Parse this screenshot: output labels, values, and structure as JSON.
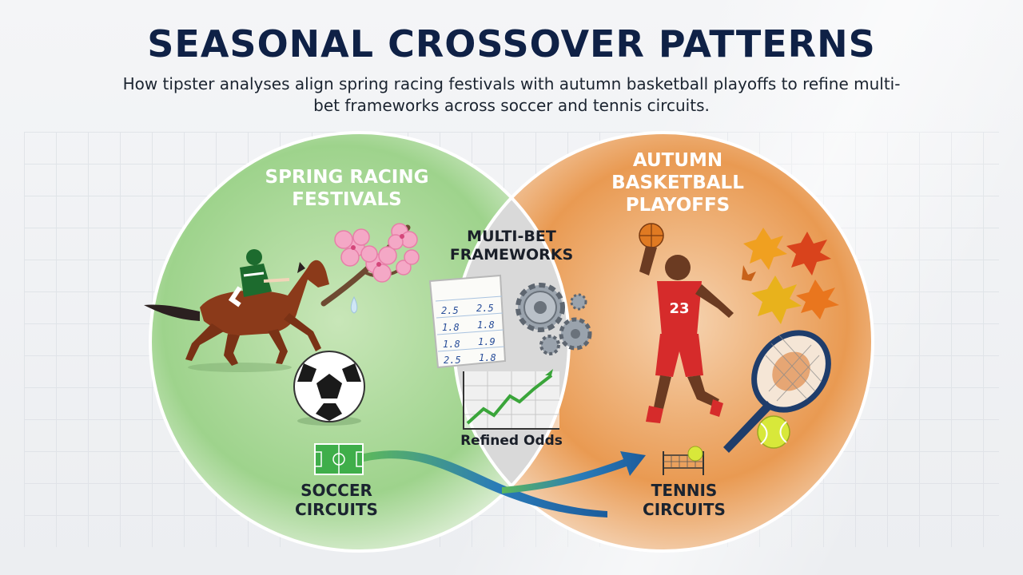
{
  "title": "SEASONAL CROSSOVER PATTERNS",
  "subtitle": "How tipster analyses align spring racing festivals with autumn basketball playoffs to refine multi-bet frameworks across soccer and tennis circuits.",
  "left_circle": {
    "line1": "SPRING RACING",
    "line2": "FESTIVALS",
    "color": "#8cc97a"
  },
  "right_circle": {
    "line1": "AUTUMN",
    "line2": "BASKETBALL",
    "line3": "PLAYOFFS",
    "color": "#e38a3a"
  },
  "center": {
    "line1": "MULTI-BET",
    "line2": "FRAMEWORKS",
    "slip_odds": [
      [
        "2.5",
        "2.5"
      ],
      [
        "1.8",
        "1.8"
      ],
      [
        "1.8",
        "1.9"
      ],
      [
        "2.5",
        "1.8"
      ]
    ],
    "chart_label": "Refined Odds"
  },
  "bottom_left": {
    "line1": "SOCCER",
    "line2": "CIRCUITS"
  },
  "bottom_right": {
    "line1": "TENNIS",
    "line2": "CIRCUITS"
  },
  "jersey_number": "23",
  "icons": [
    "racehorse-icon",
    "cherry-blossom-icon",
    "soccer-ball-icon",
    "soccer-pitch-icon",
    "odds-slip-icon",
    "gears-icon",
    "trend-chart-icon",
    "basketball-player-icon",
    "autumn-leaves-icon",
    "tennis-racket-icon",
    "tennis-ball-icon",
    "tennis-net-icon",
    "crossover-arrow-icon"
  ]
}
